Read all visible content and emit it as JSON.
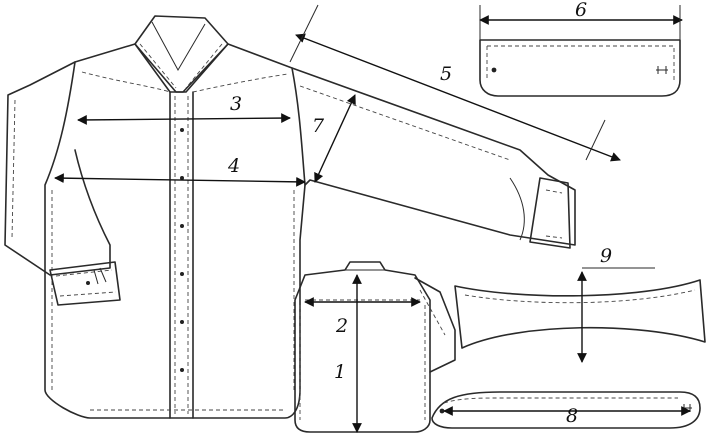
{
  "diagram": {
    "measurement_labels": {
      "m1": "1",
      "m2": "2",
      "m3": "3",
      "m4": "4",
      "m5": "5",
      "m6": "6",
      "m7": "7",
      "m8": "8",
      "m9": "9"
    }
  }
}
